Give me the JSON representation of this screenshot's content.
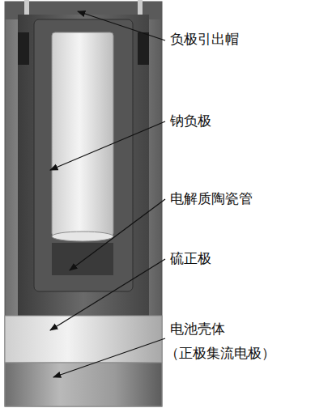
{
  "diagram": {
    "labels": [
      "负极引出帽",
      "钠负极",
      "电解质陶瓷管",
      "硫正极",
      "电池壳体",
      "（正极集流电极）"
    ]
  }
}
